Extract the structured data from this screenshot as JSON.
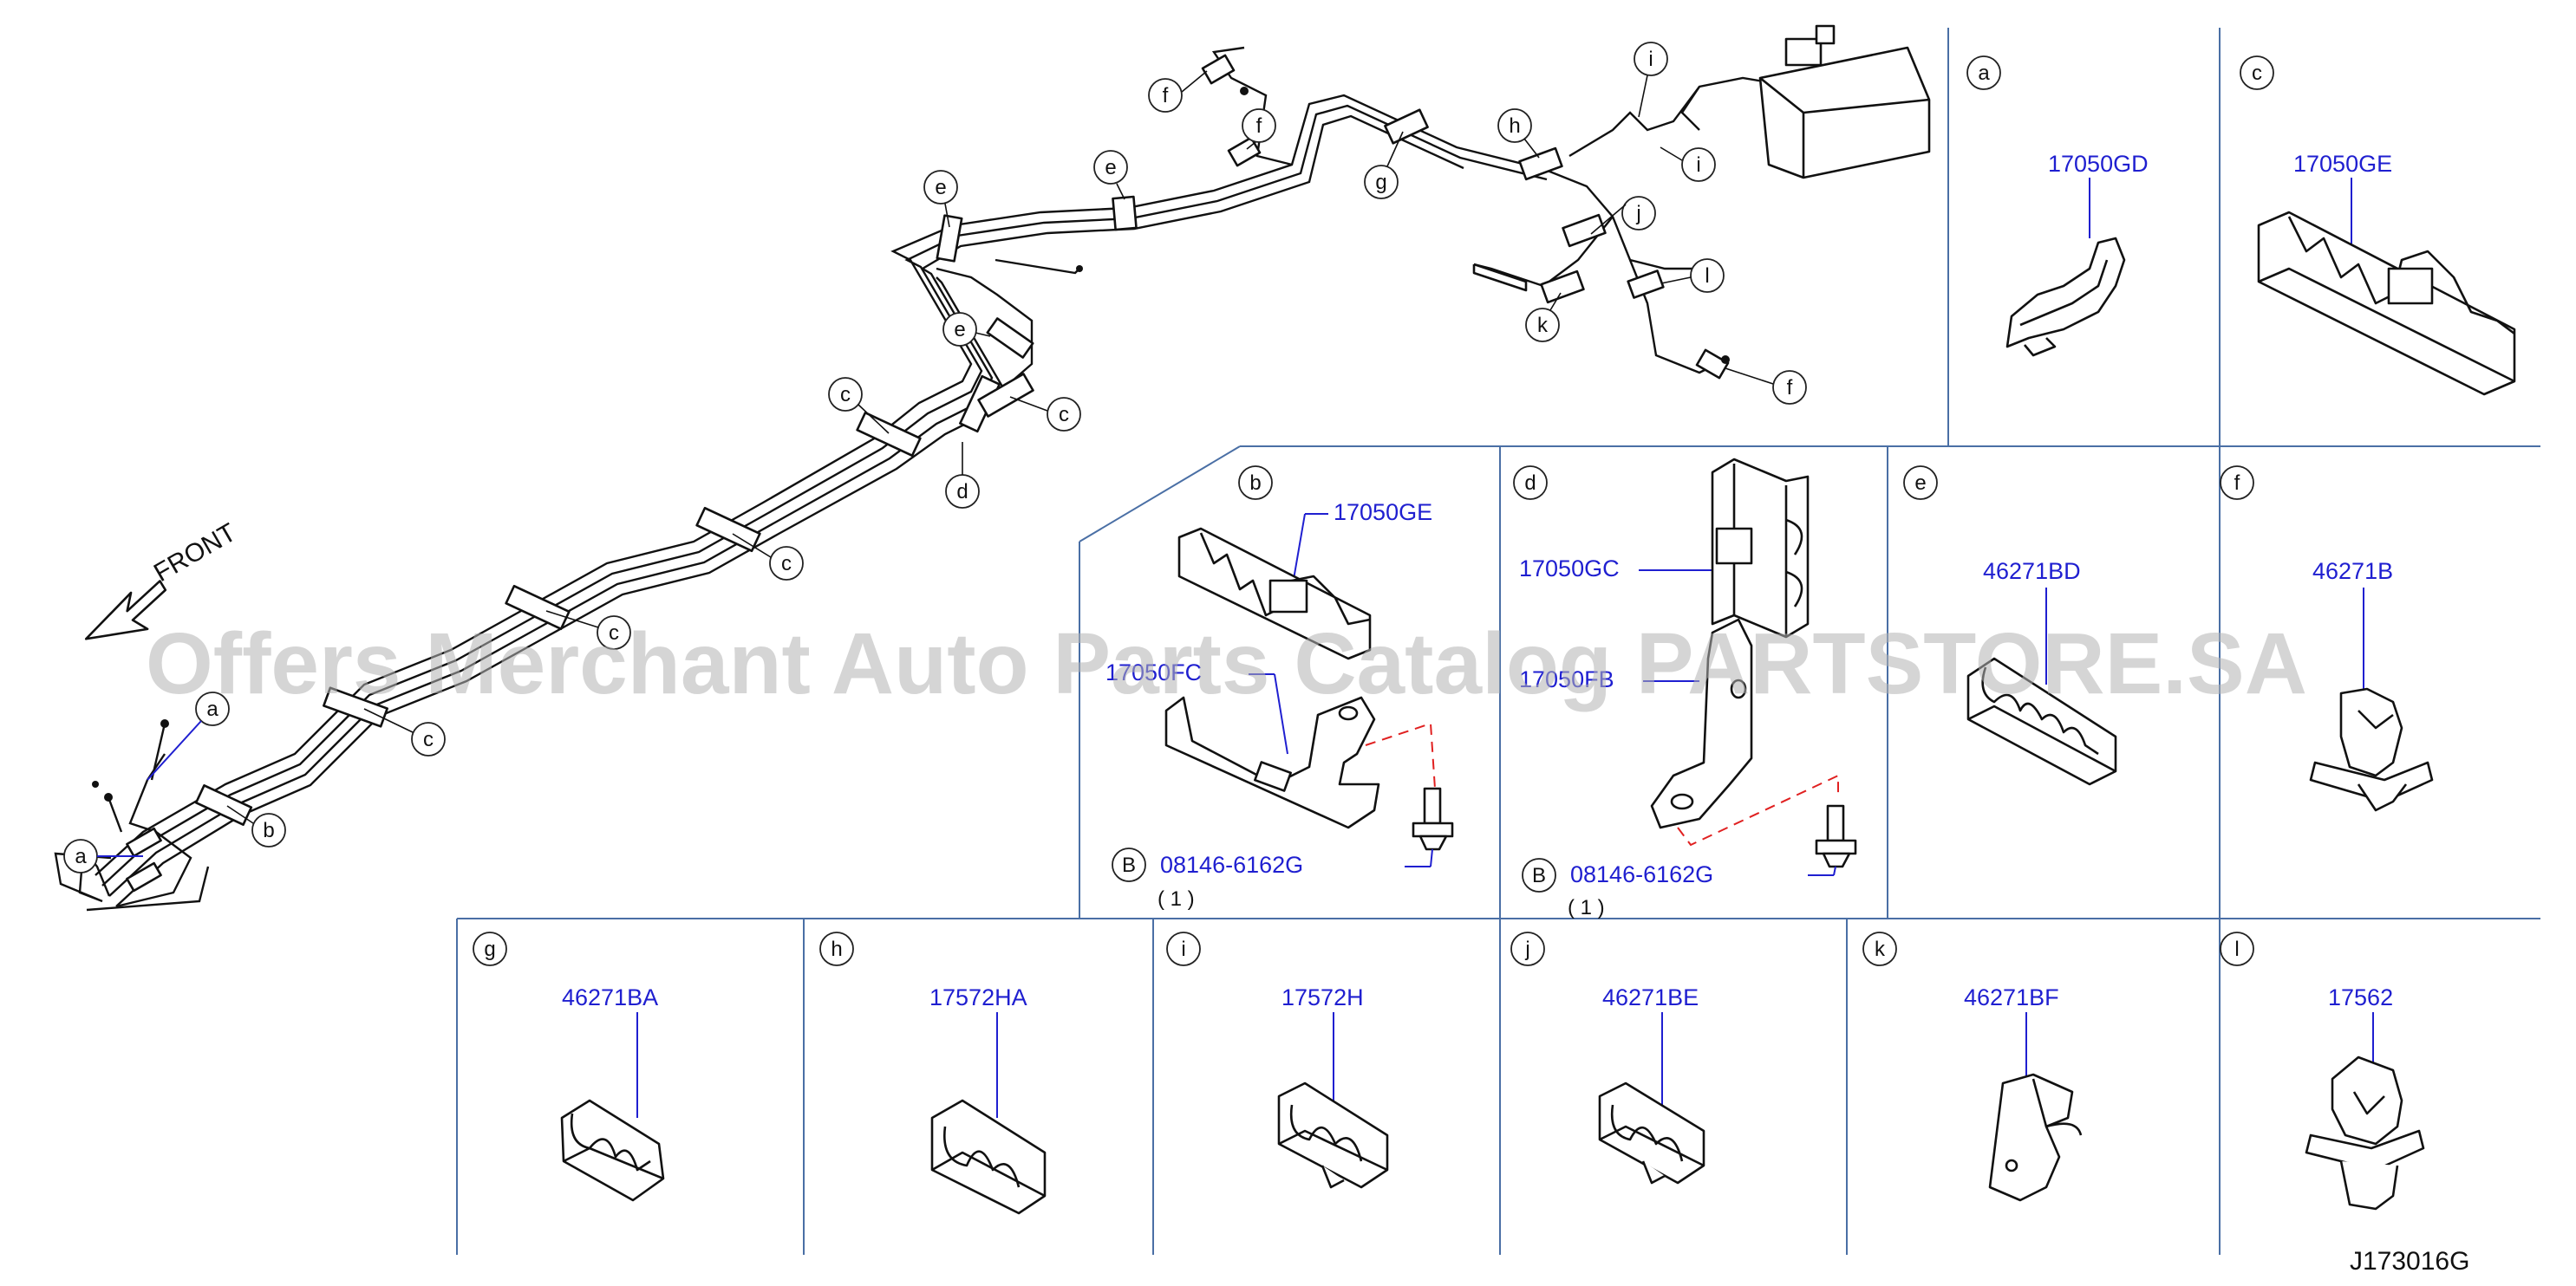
{
  "watermark": "Offers Merchant Auto Parts Catalog PARTSTORE.SA",
  "drawing_id": "J173016G",
  "direction_label": "FRONT",
  "main_callouts": [
    "a",
    "a",
    "b",
    "c",
    "c",
    "c",
    "c",
    "c",
    "d",
    "e",
    "e",
    "e",
    "f",
    "f",
    "f",
    "g",
    "h",
    "i",
    "i",
    "j",
    "k",
    "l"
  ],
  "panels": {
    "a": {
      "letter": "a",
      "part_no": "17050GD"
    },
    "c": {
      "letter": "c",
      "part_no": "17050GE"
    },
    "b": {
      "letter": "b",
      "part_no": "17050GE",
      "part_no_2": "17050FC",
      "bolt_ref": "B",
      "bolt_no": "08146-6162G",
      "qty": "( 1 )"
    },
    "d": {
      "letter": "d",
      "part_no": "17050GC",
      "part_no_2": "17050FB",
      "bolt_ref": "B",
      "bolt_no": "08146-6162G",
      "qty": "( 1 )"
    },
    "e": {
      "letter": "e",
      "part_no": "46271BD"
    },
    "f": {
      "letter": "f",
      "part_no": "46271B"
    },
    "g": {
      "letter": "g",
      "part_no": "46271BA"
    },
    "h": {
      "letter": "h",
      "part_no": "17572HA"
    },
    "i": {
      "letter": "i",
      "part_no": "17572H"
    },
    "j": {
      "letter": "j",
      "part_no": "46271BE"
    },
    "k": {
      "letter": "k",
      "part_no": "46271BF"
    },
    "l": {
      "letter": "l",
      "part_no": "17562"
    }
  },
  "colors": {
    "part_number": "#1f1fd0",
    "separator": "#4a6fa5",
    "dashed_leader": "#e02020",
    "line": "#111111"
  }
}
